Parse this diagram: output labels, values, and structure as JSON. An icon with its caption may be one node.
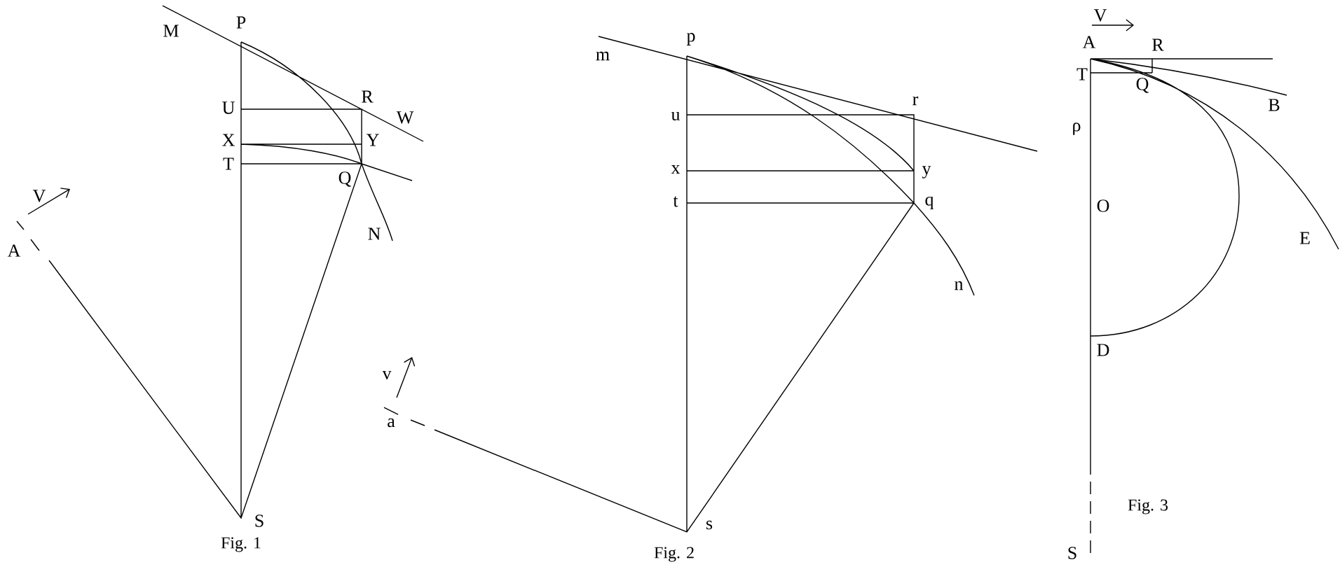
{
  "diagram": {
    "labels": [
      "M",
      "P",
      "R",
      "W",
      "U",
      "X",
      "Y",
      "T",
      "Q",
      "N",
      "V",
      "A",
      "S",
      "Fig. 1",
      "m",
      "p",
      "r",
      "u",
      "x",
      "y",
      "t",
      "q",
      "n",
      "v",
      "a",
      "s",
      "Fig. 2",
      "V",
      "A",
      "R",
      "T",
      "Q",
      "ρ",
      "O",
      "B",
      "E",
      "D",
      "Fig. 3",
      "S"
    ]
  }
}
